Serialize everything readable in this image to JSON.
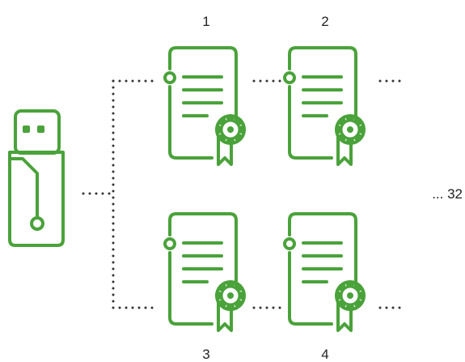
{
  "labels": {
    "cert_1": "1",
    "cert_2": "2",
    "cert_3": "3",
    "cert_4": "4",
    "more": "... 32"
  },
  "icons": {
    "usb": "usb-drive-icon",
    "certificate": "certificate-document-icon"
  },
  "colors": {
    "icon_green": "#4aa23a",
    "dots": "#333333",
    "text": "#222222"
  }
}
